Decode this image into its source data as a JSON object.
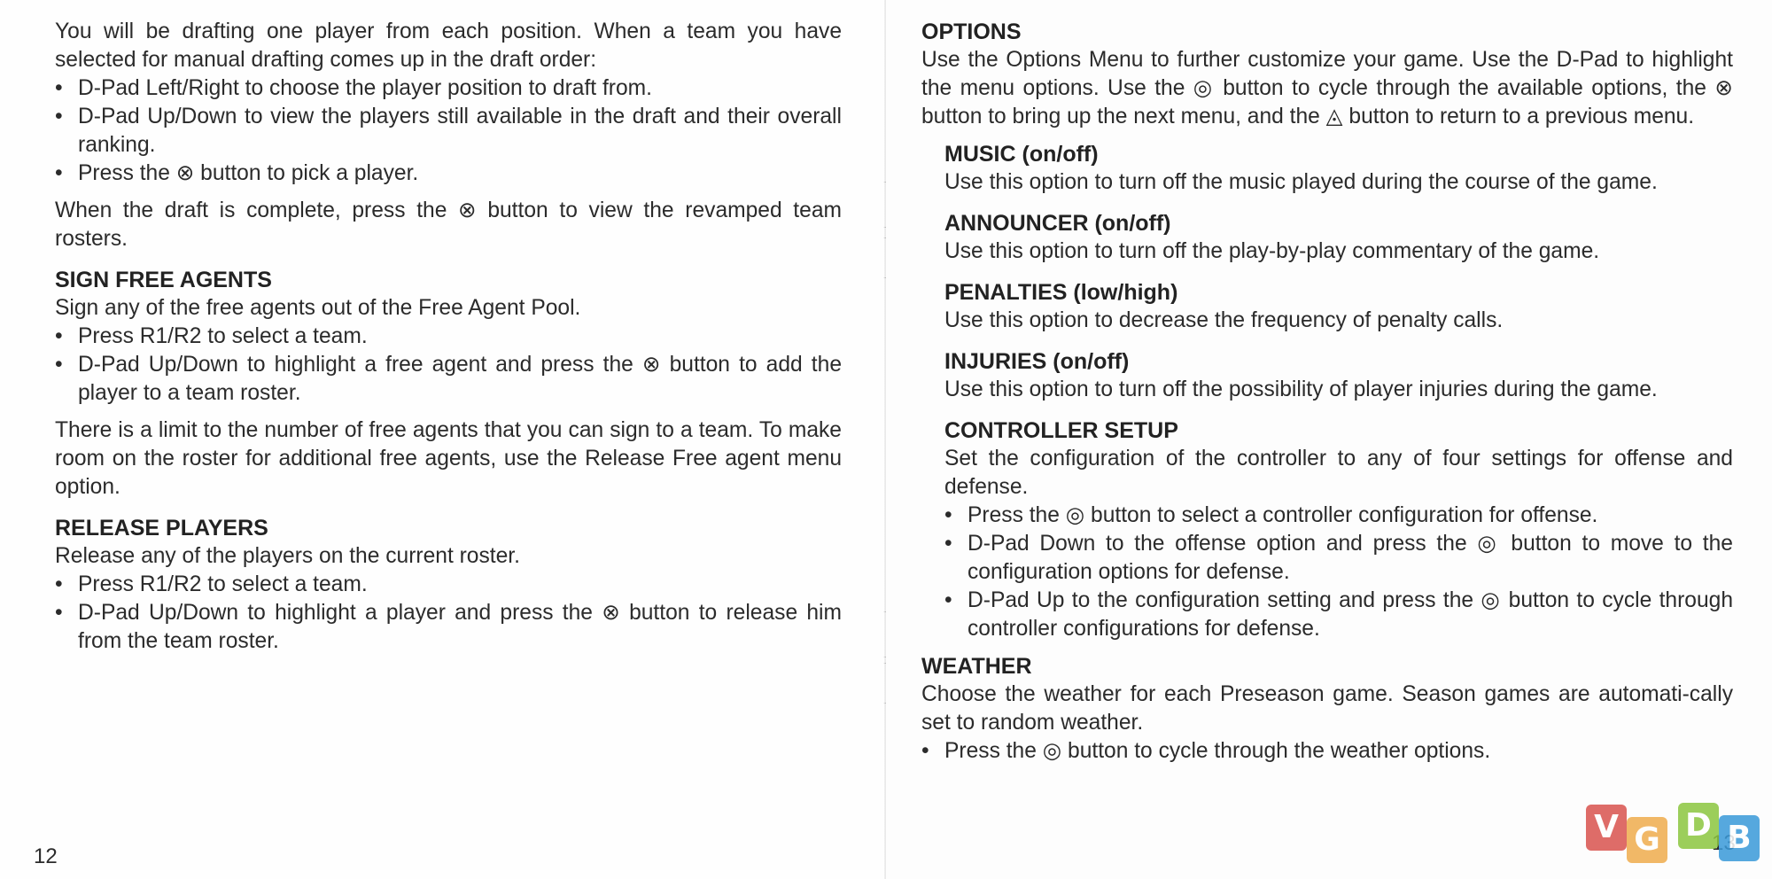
{
  "left_page": {
    "intro": "You will be drafting one player from each position. When a team you have selected for manual drafting comes up in the draft order:",
    "draft_bullets": [
      "D-Pad Left/Right to choose the player position to draft from.",
      "D-Pad Up/Down to view the players still available in the draft and their overall ranking.",
      "Press the ⊗ button to pick a player."
    ],
    "draft_complete": "When the draft is complete, press the ⊗ button to view the revamped team rosters.",
    "sign_free_agents": {
      "heading": "SIGN FREE AGENTS",
      "text": "Sign any of the free agents out of the Free Agent Pool.",
      "bullets": [
        "Press R1/R2 to select a team.",
        "D-Pad Up/Down to highlight a free agent and press the ⊗ button to add the player to a team roster."
      ],
      "note": "There is a limit to the number of free agents that you can sign to a team. To make room on the roster for additional free agents, use the Release Free agent menu option."
    },
    "release_players": {
      "heading": "RELEASE PLAYERS",
      "text": "Release any of the players on the current roster.",
      "bullets": [
        "Press R1/R2 to select a team.",
        "D-Pad Up/Down to highlight a player and press the ⊗ button to release him from the team roster."
      ]
    },
    "page_number": "12"
  },
  "right_page": {
    "options": {
      "heading": "OPTIONS",
      "text": "Use the Options Menu to further customize your game. Use the D-Pad to highlight the menu options. Use the ◎ button to cycle through the available options, the ⊗ button to bring up the next menu, and the ◬ button to return to a previous menu."
    },
    "music": {
      "heading": "MUSIC (on/off)",
      "text": "Use this option to turn off the music played during the course of the game."
    },
    "announcer": {
      "heading": "ANNOUNCER (on/off)",
      "text": "Use this option to turn off the play-by-play commentary of the game."
    },
    "penalties": {
      "heading": "PENALTIES (low/high)",
      "text": "Use this option to decrease the frequency of penalty calls."
    },
    "injuries": {
      "heading": "INJURIES (on/off)",
      "text": "Use this option to turn off the possibility of player injuries during the game."
    },
    "controller_setup": {
      "heading": "CONTROLLER SETUP",
      "text": "Set the configuration of the controller to any of four settings for offense and defense.",
      "bullets": [
        "Press the ◎ button to select a controller configuration for offense.",
        "D-Pad Down to the offense option and press the ◎ button to move to the configuration options for defense.",
        "D-Pad Up to the configuration setting and press the ◎ button to cycle through controller configurations for defense."
      ]
    },
    "weather": {
      "heading": "WEATHER",
      "text": "Choose the weather for each Preseason game. Season games are automati-cally set to random weather.",
      "bullets": [
        "Press the ◎ button to cycle through the weather options."
      ]
    },
    "page_number": "13"
  },
  "watermark": {
    "letters": [
      "V",
      "G",
      "D",
      "B"
    ],
    "colors": [
      "#d9534f",
      "#f0ad4e",
      "#8cc63f",
      "#3a9ad9"
    ]
  }
}
